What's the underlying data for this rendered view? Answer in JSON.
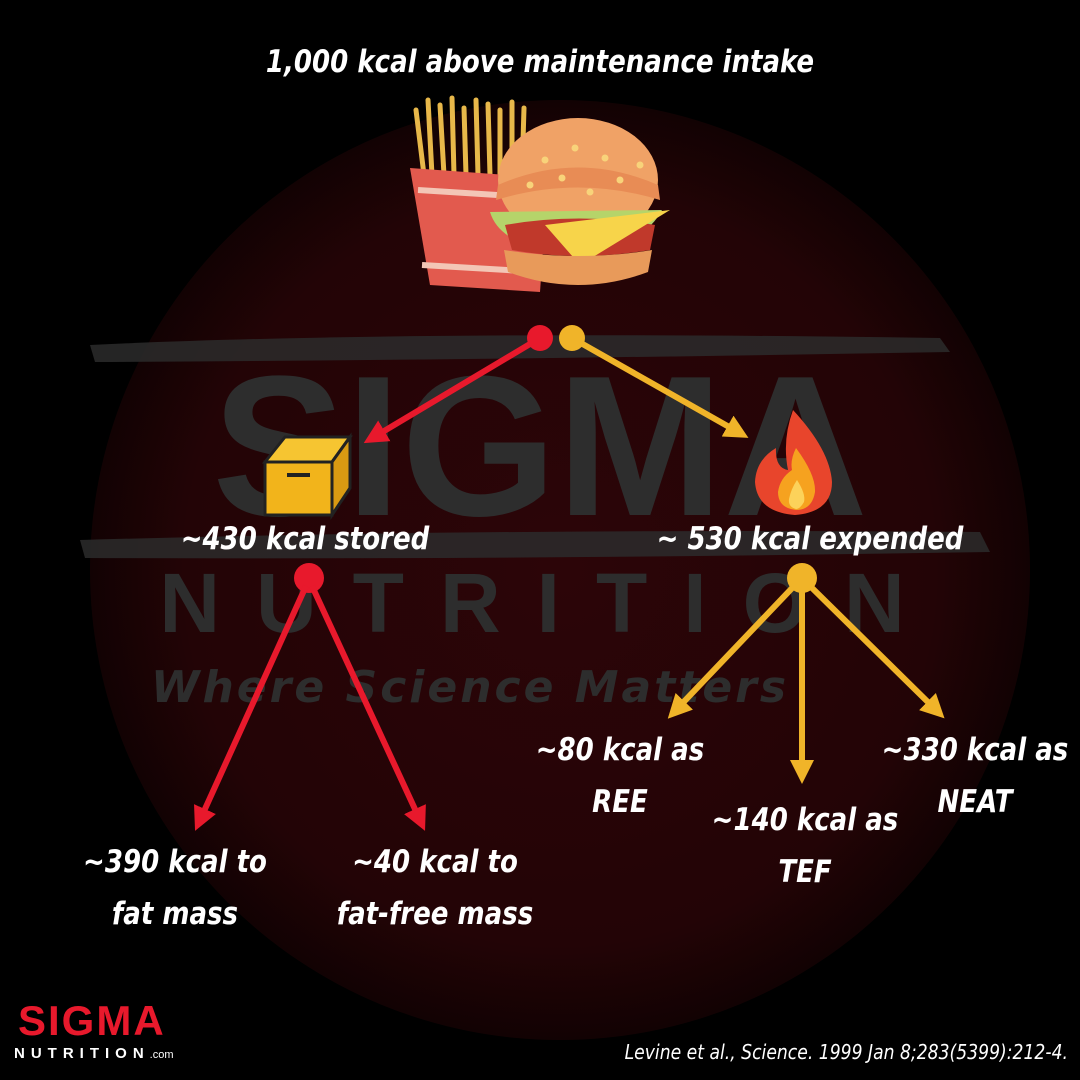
{
  "title": "1,000 kcal above maintenance intake",
  "stored": {
    "label": "~430 kcal stored"
  },
  "expended": {
    "label": "~ 530 kcal expended"
  },
  "stored_children": {
    "fat": {
      "line1": "~390 kcal to",
      "line2": "fat mass"
    },
    "ffm": {
      "line1": "~40 kcal to",
      "line2": "fat-free mass"
    }
  },
  "expended_children": {
    "ree": {
      "line1": "~80 kcal as",
      "line2": "REE"
    },
    "tef": {
      "line1": "~140 kcal as",
      "line2": "TEF"
    },
    "neat": {
      "line1": "~330 kcal as",
      "line2": "NEAT"
    }
  },
  "icons": {
    "food": "burger-and-fries-icon",
    "storage": "box-icon",
    "burn": "fire-icon"
  },
  "colors": {
    "stored_branch": "#e8192c",
    "expended_branch": "#f0b429",
    "background": "#000000",
    "watermark_circle": "#2a0508"
  },
  "watermark": {
    "word1": "SIGMA",
    "word2": "NUTRITION",
    "tagline": "Where Science Matters"
  },
  "logo": {
    "word": "SIGMA",
    "sub": "NUTRITION",
    "com": ".com"
  },
  "citation": "Levine et al., Science. 1999 Jan 8;283(5399):212-4."
}
